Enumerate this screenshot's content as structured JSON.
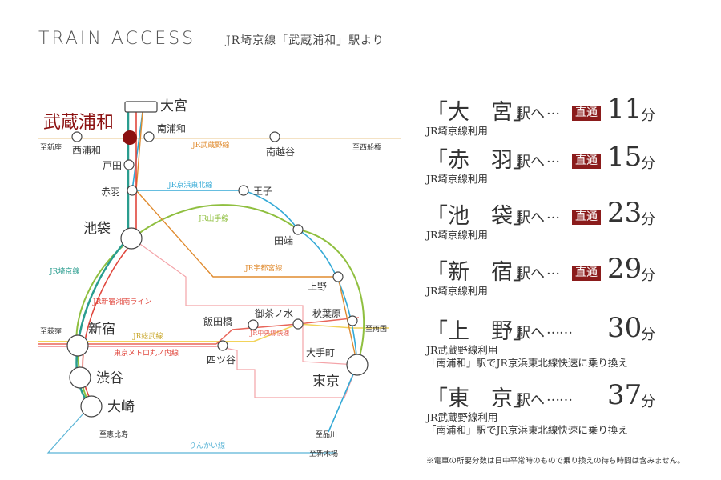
{
  "header": {
    "title": "TRAIN ACCESS",
    "subtitle": "JR埼京線「武蔵浦和」駅より"
  },
  "map": {
    "origin_station": "武蔵浦和",
    "stations": {
      "omiya": "大宮",
      "minami_urawa": "南浦和",
      "nishi_urawa": "西浦和",
      "minami_koshigaya": "南越谷",
      "toda": "戸田",
      "akabane": "赤羽",
      "oji": "王子",
      "ikebukuro": "池袋",
      "tabata": "田端",
      "ueno": "上野",
      "iidabashi": "飯田橋",
      "ochanomizu": "御茶ノ水",
      "akihabara": "秋葉原",
      "shinjuku": "新宿",
      "yotsuya": "四ツ谷",
      "otemachi": "大手町",
      "tokyo": "東京",
      "shibuya": "渋谷",
      "osaki": "大崎"
    },
    "directions": {
      "shinza": "至新座",
      "nishifunabashi": "至西船橋",
      "ogikubo": "至荻窪",
      "ryogoku": "至両国",
      "ebisu": "至恵比寿",
      "shinagawa": "至品川",
      "shinkiba": "至新木場"
    },
    "lines": {
      "musashino": "JR武蔵野線",
      "keihin_tohoku": "JR京浜東北線",
      "yamanote": "JR山手線",
      "utsunomiya": "JR宇都宮線",
      "saikyo": "JR埼京線",
      "shonan_shinjuku": "JR新宿湘南ライン",
      "sobu": "JR総武線",
      "chuo": "JR中央線快速",
      "marunouchi": "東京メトロ丸ノ内線",
      "rinkai": "りんかい線"
    },
    "colors": {
      "saikyo": "#2a9d8f",
      "red": "#e0463c",
      "keihin_tohoku": "#33a9d6",
      "yamanote": "#8fbf3f",
      "utsunomiya": "#e08b2f",
      "musashino": "#e08b2f",
      "shonan_pink": "#f0a8b0",
      "sobu": "#f2d35a",
      "chuo": "#e8655a",
      "marunouchi": "#f4a3a8",
      "rinkai": "#5ab4d6",
      "origin_marker": "#8b1010"
    }
  },
  "routes": [
    {
      "station": "「大　宮」",
      "suffix": "駅へ",
      "dots": "…",
      "badge": "直通",
      "minutes": "11",
      "unit": "分",
      "notes": [
        "JR埼京線利用"
      ]
    },
    {
      "station": "「赤　羽」",
      "suffix": "駅へ",
      "dots": "…",
      "badge": "直通",
      "minutes": "15",
      "unit": "分",
      "notes": [
        "JR埼京線利用"
      ]
    },
    {
      "station": "「池　袋」",
      "suffix": "駅へ",
      "dots": "…",
      "badge": "直通",
      "minutes": "23",
      "unit": "分",
      "notes": [
        "JR埼京線利用"
      ]
    },
    {
      "station": "「新　宿」",
      "suffix": "駅へ",
      "dots": "…",
      "badge": "直通",
      "minutes": "29",
      "unit": "分",
      "notes": [
        "JR埼京線利用"
      ]
    },
    {
      "station": "「上　野」",
      "suffix": "駅へ",
      "dots": "……",
      "badge": "",
      "minutes": "30",
      "unit": "分",
      "notes": [
        "JR武蔵野線利用",
        "「南浦和」駅でJR京浜東北線快速に乗り換え"
      ]
    },
    {
      "station": "「東　京」",
      "suffix": "駅へ",
      "dots": "……",
      "badge": "",
      "minutes": "37",
      "unit": "分",
      "notes": [
        "JR武蔵野線利用",
        "「南浦和」駅でJR京浜東北線快速に乗り換え"
      ]
    }
  ],
  "footnote": "※電車の所要分数は日中平常時のもので乗り換えの待ち時間は含みません。"
}
